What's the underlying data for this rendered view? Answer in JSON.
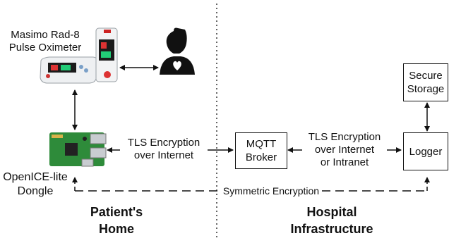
{
  "devices": {
    "oximeter_label": [
      "Masimo Rad-8",
      "Pulse Oximeter"
    ],
    "dongle_label": [
      "OpenICE-lite",
      "Dongle"
    ],
    "patient_icon": "person-with-heart-icon",
    "oximeter_icon": "pulse-oximeter-device-icon",
    "dongle_icon": "raspberry-pi-board-icon"
  },
  "links": {
    "tls_internet": [
      "TLS Encryption",
      "over Internet"
    ],
    "tls_intranet": [
      "TLS Encryption",
      "over Internet",
      "or Intranet"
    ],
    "symmetric": "Symmetric Encryption"
  },
  "nodes": {
    "mqtt": [
      "MQTT",
      "Broker"
    ],
    "logger": "Logger",
    "storage": [
      "Secure",
      "Storage"
    ]
  },
  "zones": {
    "home": [
      "Patient's",
      "Home"
    ],
    "hospital": [
      "Hospital",
      "Infrastructure"
    ]
  },
  "colors": {
    "line": "#111111",
    "board_green": "#2e8b3a",
    "device_body": "#eef0f2"
  }
}
